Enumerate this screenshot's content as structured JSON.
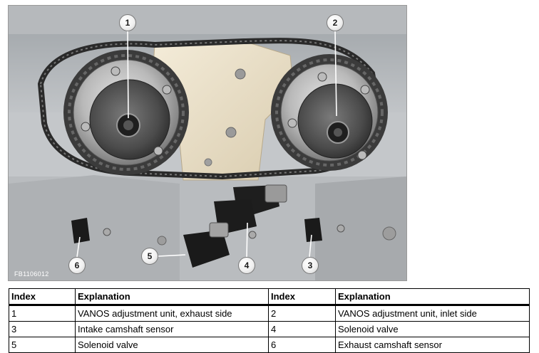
{
  "figure": {
    "image_id_label": "FB1106012",
    "callouts": [
      "1",
      "2",
      "3",
      "4",
      "5",
      "6"
    ]
  },
  "legend": {
    "headers": [
      "Index",
      "Explanation",
      "Index",
      "Explanation"
    ],
    "rows": [
      [
        "1",
        "VANOS adjustment unit, exhaust side",
        "2",
        "VANOS adjustment unit, inlet side"
      ],
      [
        "3",
        "Intake camshaft sensor",
        "4",
        "Solenoid valve"
      ],
      [
        "5",
        "Solenoid valve",
        "6",
        "Exhaust camshaft sensor"
      ]
    ]
  }
}
